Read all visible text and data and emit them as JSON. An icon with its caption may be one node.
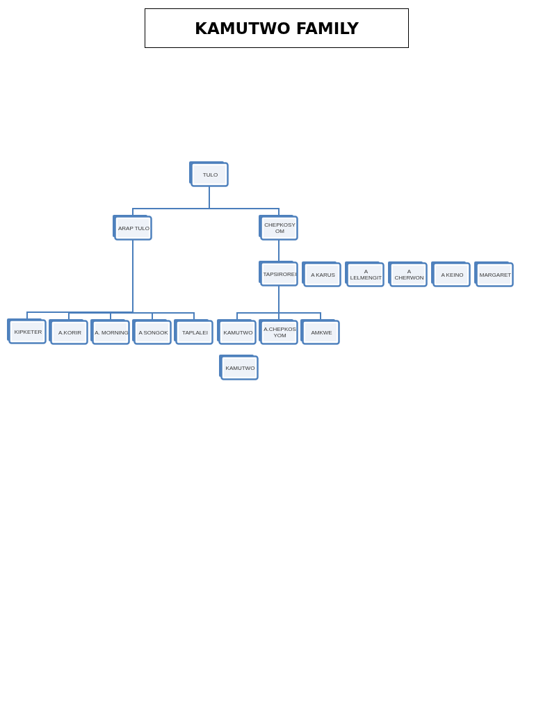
{
  "diagram": {
    "title": "KAMUTWO FAMILY",
    "nodes": [
      {
        "text": [
          "TULO"
        ]
      },
      {
        "text": [
          "ARAP TULO"
        ]
      },
      {
        "text": [
          "CHEPKOSYOM"
        ]
      },
      {
        "text": [
          "TAPSIROREI"
        ]
      },
      {
        "text": [
          "A KARUS"
        ]
      },
      {
        "text": [
          "A LELMENGIT"
        ]
      },
      {
        "text": [
          "A CHERWON"
        ]
      },
      {
        "text": [
          "A KEINO"
        ]
      },
      {
        "text": [
          "MARGARET"
        ]
      },
      {
        "text": [
          "KIPKETER"
        ]
      },
      {
        "text": [
          "A.KORIR"
        ]
      },
      {
        "text": [
          "A. MORNING"
        ]
      },
      {
        "text": [
          "A SONGOK"
        ]
      },
      {
        "text": [
          "TAPLALEI"
        ]
      },
      {
        "text": [
          "KAMUTWO"
        ]
      },
      {
        "text": [
          "A.CHEPKOSYOM"
        ]
      },
      {
        "text": [
          "AMKWE"
        ]
      },
      {
        "text": [
          "KAMUTWO"
        ]
      }
    ],
    "edges": [
      {
        "from": 0,
        "to": 1,
        "arrow": "none"
      },
      {
        "from": 0,
        "to": 2,
        "arrow": "none"
      },
      {
        "from": 2,
        "to": 3,
        "arrow": "none"
      },
      {
        "from": 1,
        "to": 9,
        "arrow": "none"
      },
      {
        "from": 1,
        "to": 10,
        "arrow": "none"
      },
      {
        "from": 1,
        "to": 11,
        "arrow": "none"
      },
      {
        "from": 1,
        "to": 12,
        "arrow": "none"
      },
      {
        "from": 1,
        "to": 13,
        "arrow": "none"
      },
      {
        "from": 3,
        "to": 14,
        "arrow": "none"
      },
      {
        "from": 3,
        "to": 15,
        "arrow": "none"
      },
      {
        "from": 3,
        "to": 16,
        "arrow": "none"
      }
    ]
  }
}
